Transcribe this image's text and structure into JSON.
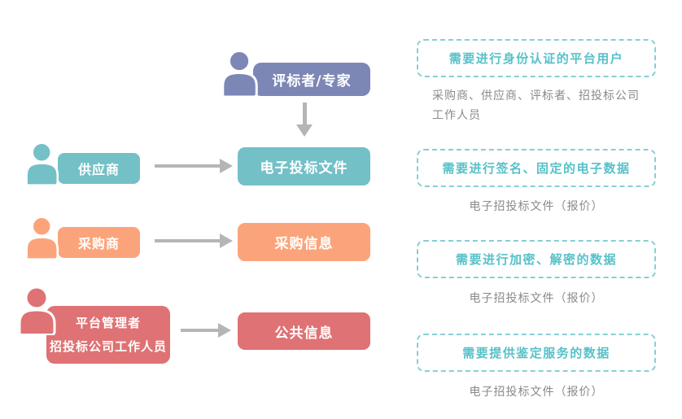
{
  "colors": {
    "purple": "#7d87b6",
    "teal": "#74c0c7",
    "orange": "#fba47b",
    "red": "#df7274",
    "dash_border": "#86cfd4",
    "accent_text": "#57c1c8",
    "gray_text": "#8a8a8a",
    "arrow": "#b5b5b5"
  },
  "flow": {
    "evaluator": {
      "label": "评标者/专家"
    },
    "supplier": {
      "label": "供应商",
      "target": "电子投标文件"
    },
    "purchaser": {
      "label": "采购商",
      "target": "采购信息"
    },
    "admin": {
      "label_line1": "平台管理者",
      "label_line2": "招投标公司工作人员",
      "target": "公共信息"
    }
  },
  "legend": {
    "sections": [
      {
        "title": "需要进行身份认证的平台用户",
        "caption_line1": "采购商、供应商、评标者、招投标公司",
        "caption_line2": "工作人员"
      },
      {
        "title": "需要进行签名、固定的电子数据",
        "caption": "电子招投标文件（报价）"
      },
      {
        "title": "需要进行加密、解密的数据",
        "caption": "电子招投标文件（报价）"
      },
      {
        "title": "需要提供鉴定服务的数据",
        "caption": "电子招投标文件（报价）"
      }
    ]
  }
}
